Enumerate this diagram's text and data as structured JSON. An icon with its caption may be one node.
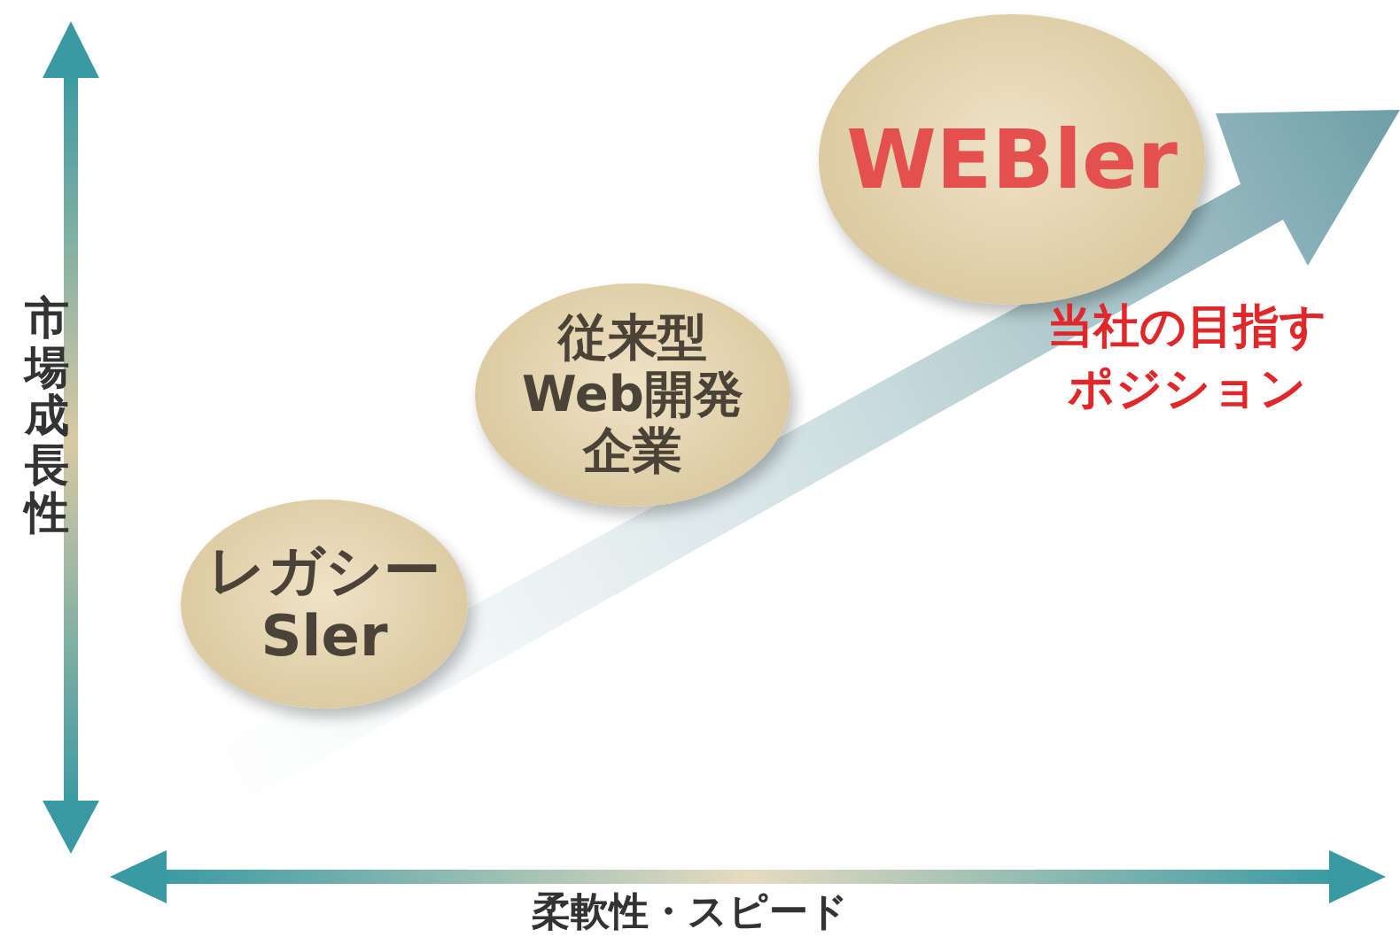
{
  "diagram": {
    "nodes": [
      {
        "text": [
          "レガシー Sler"
        ]
      },
      {
        "text": [
          "従来型Web開発企業"
        ]
      },
      {
        "text": [
          "WEBler"
        ],
        "beside": [
          "当社の目指すポジション"
        ]
      }
    ],
    "edges": [],
    "labels": [
      "市場成長性",
      "柔軟性・スピード"
    ]
  }
}
